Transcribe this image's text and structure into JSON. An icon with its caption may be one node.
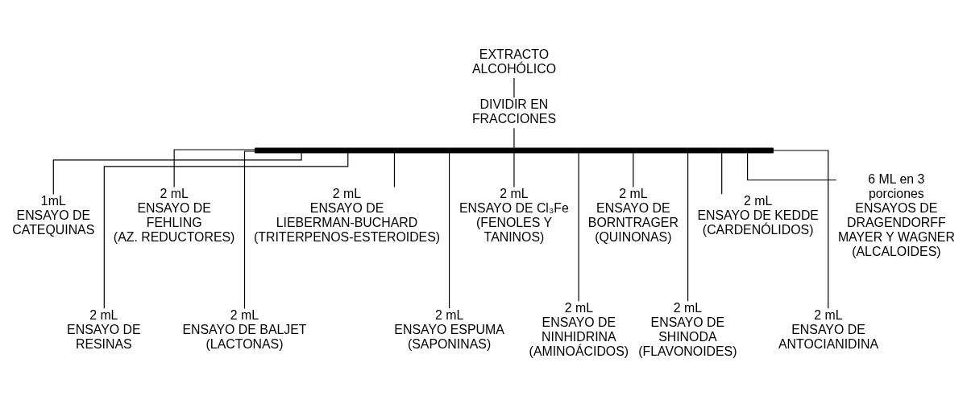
{
  "diagram": {
    "nodes": [
      {
        "text": [
          "EXTRACTO ALCOHÓLICO"
        ]
      },
      {
        "text": [
          "DIVIDIR EN FRACCIONES"
        ]
      },
      {
        "text": [],
        "shape": "bar"
      },
      {
        "text": [
          "1mL",
          "ENSAYO DE CATEQUINAS"
        ]
      },
      {
        "text": [
          "2 mL",
          "ENSAYO DE RESINAS"
        ]
      },
      {
        "text": [
          "2 mL",
          "ENSAYO DE FEHLING",
          "(AZ. REDUCTORES)"
        ]
      },
      {
        "text": [
          "2 mL",
          "ENSAYO DE BALJET",
          "(LACTONAS)"
        ]
      },
      {
        "text": [
          "2 mL",
          "ENSAYO DE LIEBERMAN-BUCHARD",
          "(TRITERPENOS-ESTEROIDES)"
        ]
      },
      {
        "text": [
          "2 mL",
          "ENSAYO ESPUMA",
          "(SAPONINAS)"
        ]
      },
      {
        "text": [
          "2 mL",
          "ENSAYO DE Cl₃Fe",
          "(FENOLES Y TANINOS)"
        ]
      },
      {
        "text": [
          "2 mL",
          "ENSAYO DE NINHIDRINA",
          "(AMINOÁCIDOS)"
        ]
      },
      {
        "text": [
          "2 mL",
          "ENSAYO DE BORNTRAGER",
          "(QUINONAS)"
        ]
      },
      {
        "text": [
          "2 mL",
          "ENSAYO DE SHINODA",
          "(FLAVONOIDES)"
        ]
      },
      {
        "text": [
          "2 mL",
          "ENSAYO DE KEDDE",
          "(CARDENÓLIDOS)"
        ]
      },
      {
        "text": [
          "2 mL",
          "ENSAYO DE ANTOCIANIDINA"
        ]
      },
      {
        "text": [
          "6 ML en 3 porciones",
          "ENSAYOS DE DRAGENDORFF MAYER Y WAGNER",
          "(ALCALOIDES)"
        ]
      }
    ],
    "edges": [
      {
        "from": 0,
        "to": 1,
        "arrow": "none"
      },
      {
        "from": 1,
        "to": 2,
        "arrow": "none"
      },
      {
        "from": 2,
        "to": 3,
        "arrow": "none"
      },
      {
        "from": 2,
        "to": 4,
        "arrow": "none"
      },
      {
        "from": 2,
        "to": 5,
        "arrow": "none"
      },
      {
        "from": 2,
        "to": 6,
        "arrow": "none"
      },
      {
        "from": 2,
        "to": 7,
        "arrow": "none"
      },
      {
        "from": 2,
        "to": 8,
        "arrow": "none"
      },
      {
        "from": 2,
        "to": 9,
        "arrow": "none"
      },
      {
        "from": 2,
        "to": 10,
        "arrow": "none"
      },
      {
        "from": 2,
        "to": 11,
        "arrow": "none"
      },
      {
        "from": 2,
        "to": 12,
        "arrow": "none"
      },
      {
        "from": 2,
        "to": 13,
        "arrow": "none"
      },
      {
        "from": 2,
        "to": 14,
        "arrow": "none"
      },
      {
        "from": 2,
        "to": 15,
        "arrow": "none"
      }
    ]
  }
}
